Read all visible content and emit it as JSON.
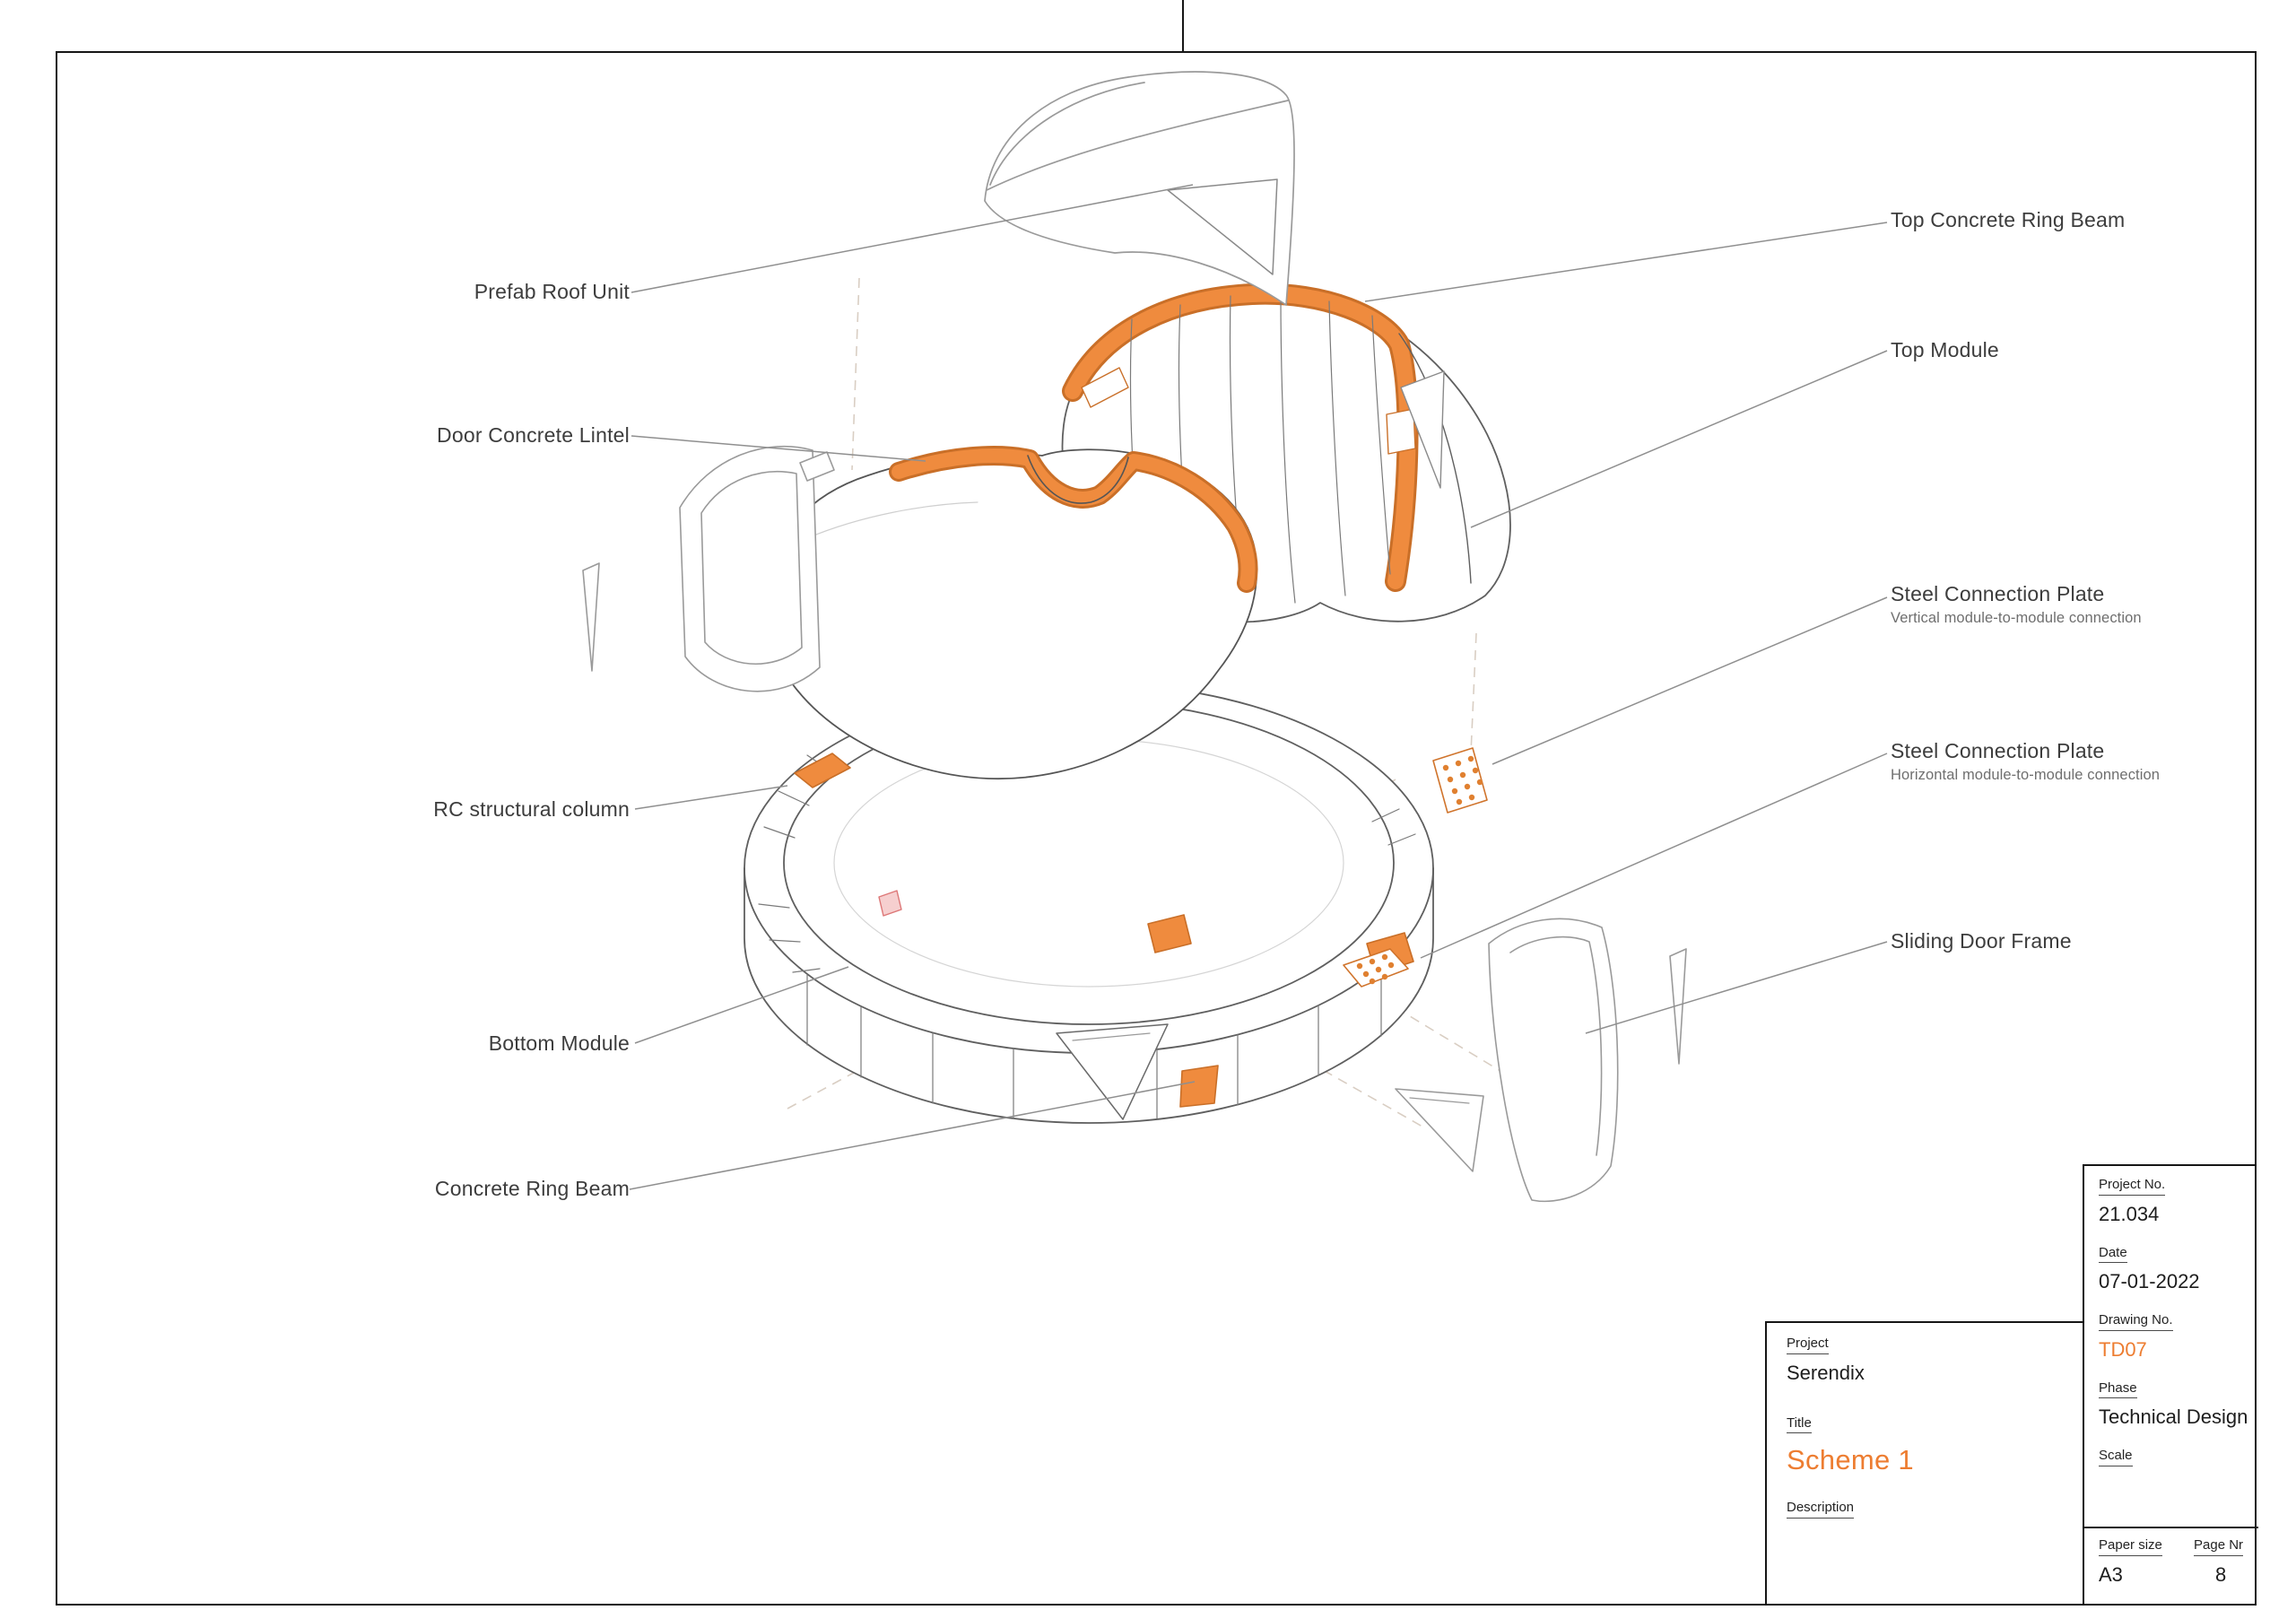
{
  "colors": {
    "accent_orange": "#ED7D31",
    "beam_fill": "#EF8B3E",
    "beam_edge": "#C96F28",
    "border_black": "#161616",
    "leader_gray": "#8F8F8F"
  },
  "callouts": {
    "prefab_roof_unit": "Prefab Roof Unit",
    "door_concrete_lintel": "Door Concrete Lintel",
    "rc_structural_column": "RC structural column",
    "bottom_module": "Bottom Module",
    "concrete_ring_beam": "Concrete Ring Beam",
    "top_concrete_ring_beam": "Top Concrete Ring Beam",
    "top_module": "Top Module",
    "steel_plate_vertical_title": "Steel Connection Plate",
    "steel_plate_vertical_subtitle": "Vertical module-to-module connection",
    "steel_plate_horizontal_title": "Steel Connection Plate",
    "steel_plate_horizontal_subtitle": "Horizontal module-to-module connection",
    "sliding_door_frame": "Sliding Door Frame"
  },
  "title_block": {
    "project_label": "Project",
    "project_value": "Serendix",
    "title_label": "Title",
    "title_value": "Scheme 1",
    "description_label": "Description",
    "project_no_label": "Project No.",
    "project_no_value": "21.034",
    "date_label": "Date",
    "date_value": "07-01-2022",
    "drawing_no_label": "Drawing No.",
    "drawing_no_value": "TD07",
    "phase_label": "Phase",
    "phase_value": "Technical Design",
    "scale_label": "Scale",
    "paper_size_label": "Paper size",
    "paper_size_value": "A3",
    "page_nr_label": "Page Nr",
    "page_nr_value": "8"
  }
}
